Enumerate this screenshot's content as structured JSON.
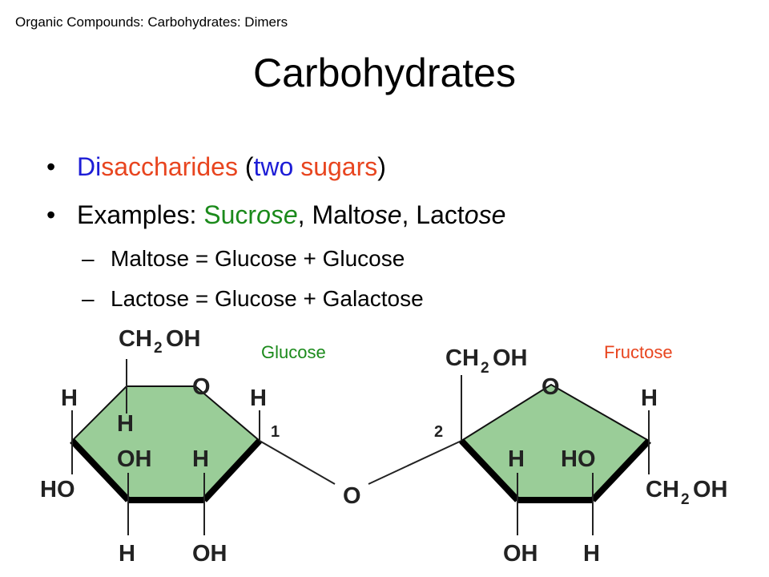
{
  "breadcrumb": "Organic Compounds:  Carbohydrates: Dimers",
  "title": "Carbohydrates",
  "bullet1": {
    "part1": "Di",
    "part2": "saccharides",
    "part3": " (",
    "part4": "two",
    "part5": " ",
    "part6": "sugars",
    "part7": ")"
  },
  "bullet2": {
    "lead": "Examples: ",
    "ex1a": "Sucr",
    "ex1b": "ose",
    "sep1": ", Malt",
    "ex2b": "ose",
    "sep2": ", Lact",
    "ex3b": "ose"
  },
  "sub1": {
    "dash": "–",
    "text": "Maltose = Glucose + Glucose"
  },
  "sub2": {
    "dash": "–",
    "text": "Lactose = Glucose + Galactose"
  },
  "diagram": {
    "label_glucose": "Glucose",
    "label_fructose": "Fructose",
    "colors": {
      "ring_fill": "#9acd98",
      "label_green": "#1b8a1b",
      "label_red": "#e8451f"
    },
    "glucose": {
      "ch2oh_ch": "CH",
      "ch2oh_sub": "2",
      "ch2oh_oh": "OH",
      "ring_o": "O",
      "h_left": "H",
      "h_c1": "H",
      "h_c4": "H",
      "oh_c4": "OH",
      "h_c3": "H",
      "ho_left": "HO",
      "h_bottom1": "H",
      "oh_bottom": "OH",
      "c1_number": "1"
    },
    "bridge_o": "O",
    "fructose": {
      "ch2oh_top_ch": "CH",
      "ch2oh_top_sub": "2",
      "ch2oh_top_oh": "OH",
      "ring_o": "O",
      "c2_number": "2",
      "h_right": "H",
      "h_c3": "H",
      "ho_c4": "HO",
      "ch2oh_right_ch": "CH",
      "ch2oh_right_sub": "2",
      "ch2oh_right_oh": "OH",
      "oh_bottom": "OH",
      "h_bottom": "H"
    }
  }
}
